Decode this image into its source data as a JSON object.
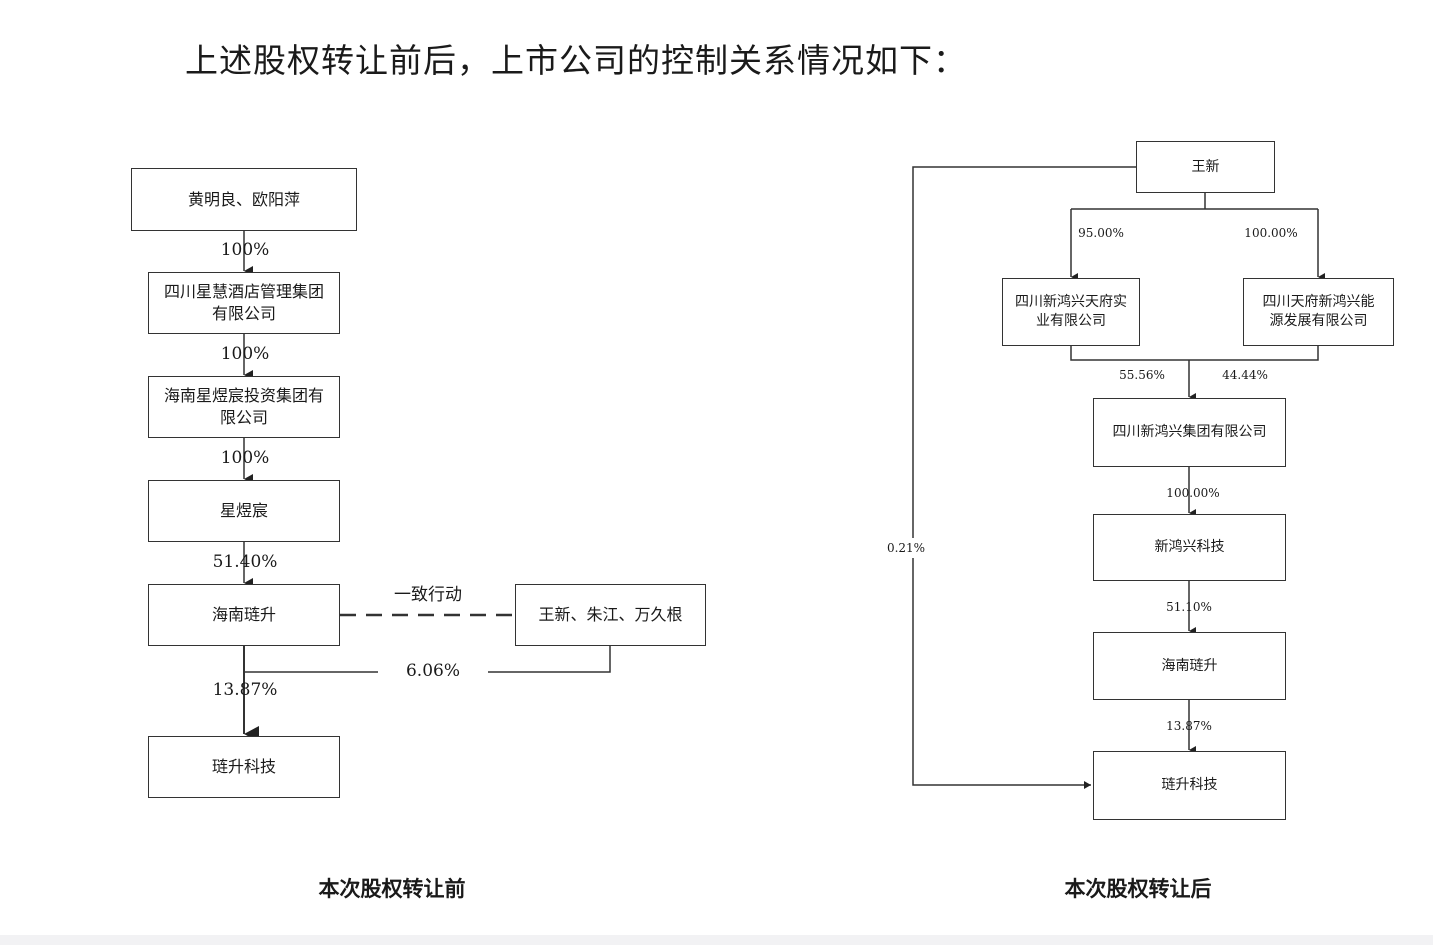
{
  "heading": "上述股权转让前后，上市公司的控制关系情况如下：",
  "before": {
    "caption": "本次股权转让前",
    "boxes": {
      "b1": "黄明良、欧阳萍",
      "b2": "四川星慧酒店管理集团有限公司",
      "b3": "海南星煜宸投资集团有限公司",
      "b4": "星煜宸",
      "b5": "海南琏升",
      "b6": "王新、朱江、万久根",
      "b7": "琏升科技"
    },
    "edges": {
      "e1": "100%",
      "e2": "100%",
      "e3": "100%",
      "e4": "51.40%",
      "e5": "13.87%",
      "e6": "6.06%",
      "concert": "一致行动"
    }
  },
  "after": {
    "caption": "本次股权转让后",
    "boxes": {
      "a1": "王新",
      "a2": "四川新鸿兴天府实业有限公司",
      "a3": "四川天府新鸿兴能源发展有限公司",
      "a4": "四川新鸿兴集团有限公司",
      "a5": "新鸿兴科技",
      "a6": "海南琏升",
      "a7": "琏升科技"
    },
    "edges": {
      "e1": "95.00%",
      "e2": "100.00%",
      "e3": "55.56%",
      "e4": "44.44%",
      "e5": "100.00%",
      "e6": "51.10%",
      "e7": "13.87%",
      "e8": "0.21%"
    }
  }
}
